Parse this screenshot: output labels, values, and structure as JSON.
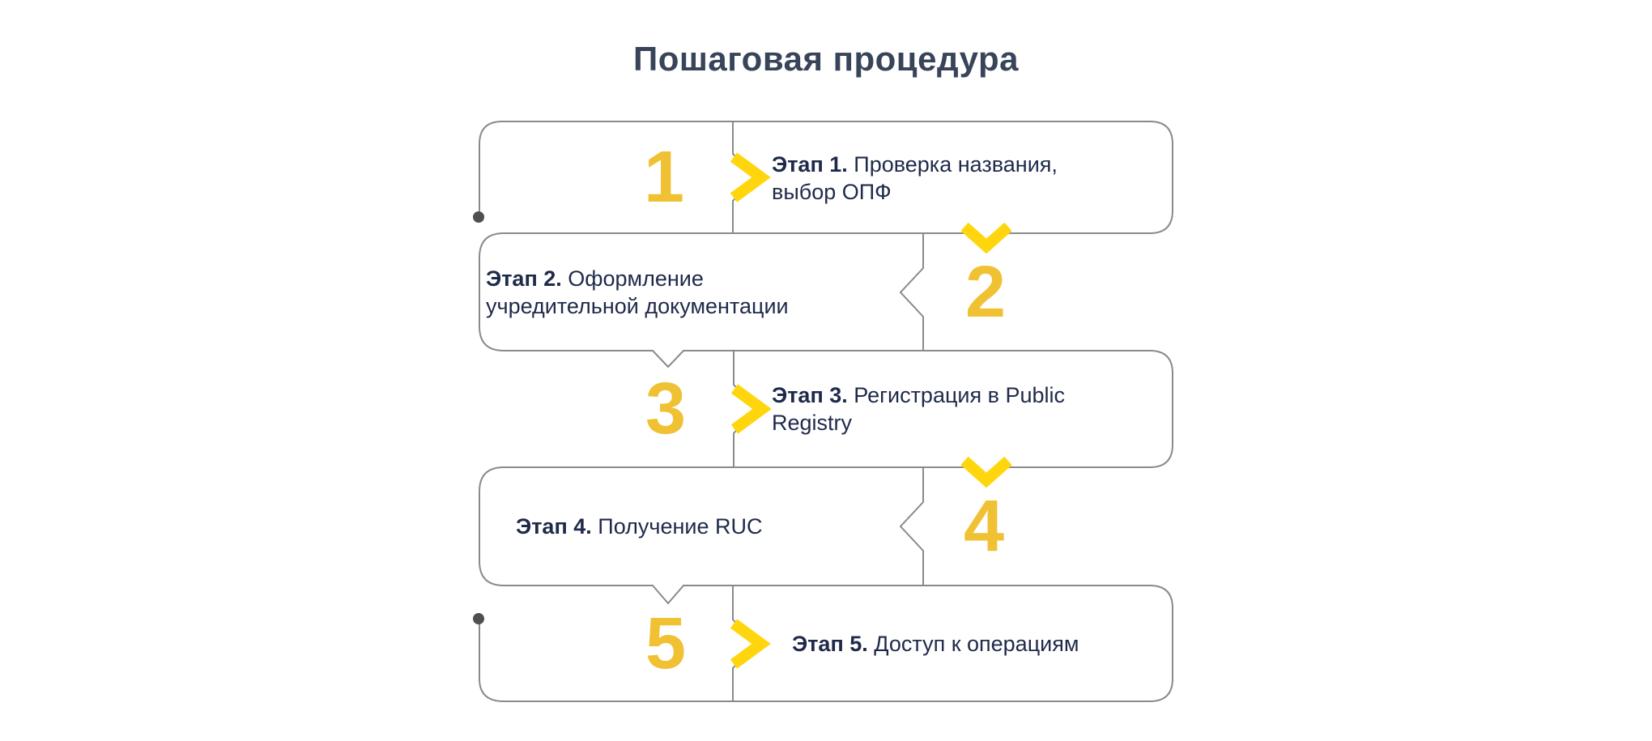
{
  "title": "Пошаговая процедура",
  "colors": {
    "accent_yellow": "#FFD60E",
    "number_gold": "#EFC133",
    "text_navy": "#1F2A4A",
    "line_gray": "#8A8A8A",
    "dot_gray": "#4F4F4F",
    "title_color": "#38445A"
  },
  "steps": [
    {
      "number": "1",
      "label": "Этап 1.",
      "text": "Проверка названия, выбор ОПФ"
    },
    {
      "number": "2",
      "label": "Этап 2.",
      "text": "Оформление учредительной документации"
    },
    {
      "number": "3",
      "label": "Этап 3.",
      "text": "Регистрация в Public Registry"
    },
    {
      "number": "4",
      "label": "Этап 4.",
      "text": "Получение RUC"
    },
    {
      "number": "5",
      "label": "Этап 5.",
      "text": "Доступ к операциям"
    }
  ]
}
